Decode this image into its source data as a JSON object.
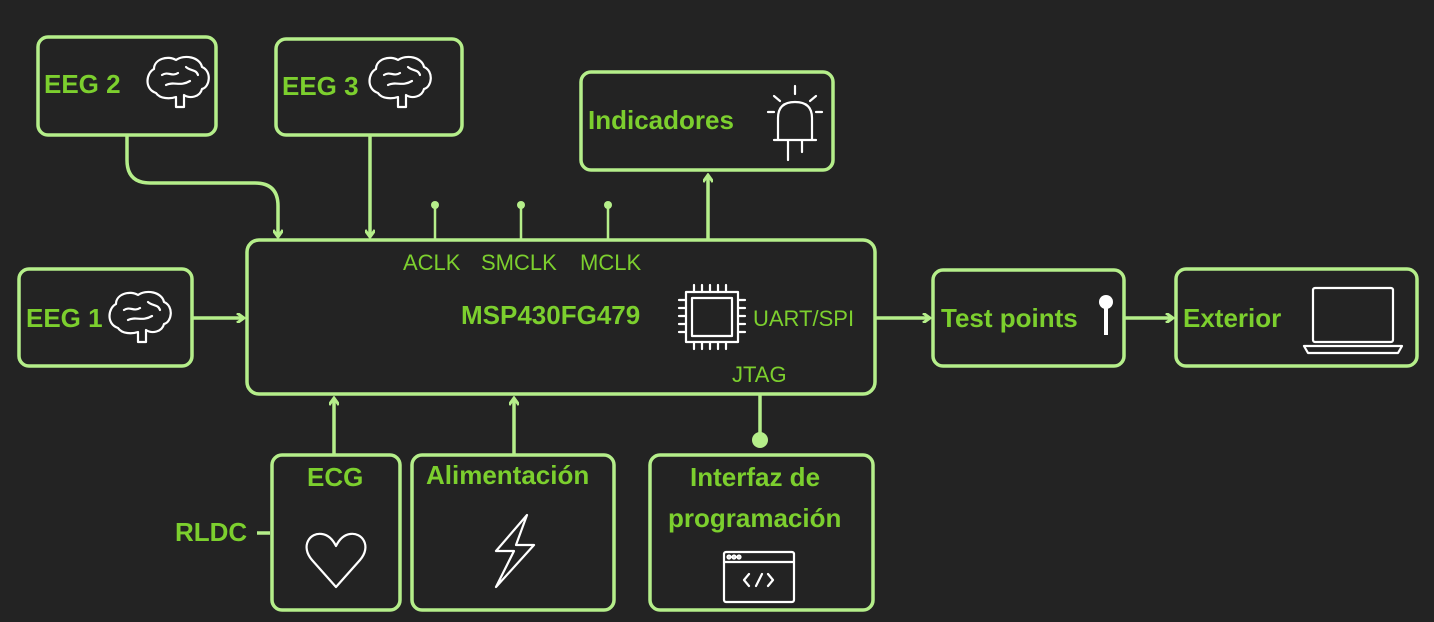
{
  "blocks": {
    "eeg1": "EEG 1",
    "eeg2": "EEG 2",
    "eeg3": "EEG 3",
    "indicadores": "Indicadores",
    "mcu": "MSP430FG479",
    "test_points": "Test points",
    "exterior": "Exterior",
    "ecg": "ECG",
    "alimentacion": "Alimentación",
    "interfaz_line1": "Interfaz de",
    "interfaz_line2": "programación"
  },
  "signals": {
    "aclk": "ACLK",
    "smclk": "SMCLK",
    "mclk": "MCLK",
    "uart_spi": "UART/SPI",
    "jtag": "JTAG",
    "rldc": "RLDC"
  },
  "colors": {
    "background": "#232323",
    "stroke": "#b5ee8a",
    "text": "#7ccf2e",
    "icon": "#ffffff"
  }
}
